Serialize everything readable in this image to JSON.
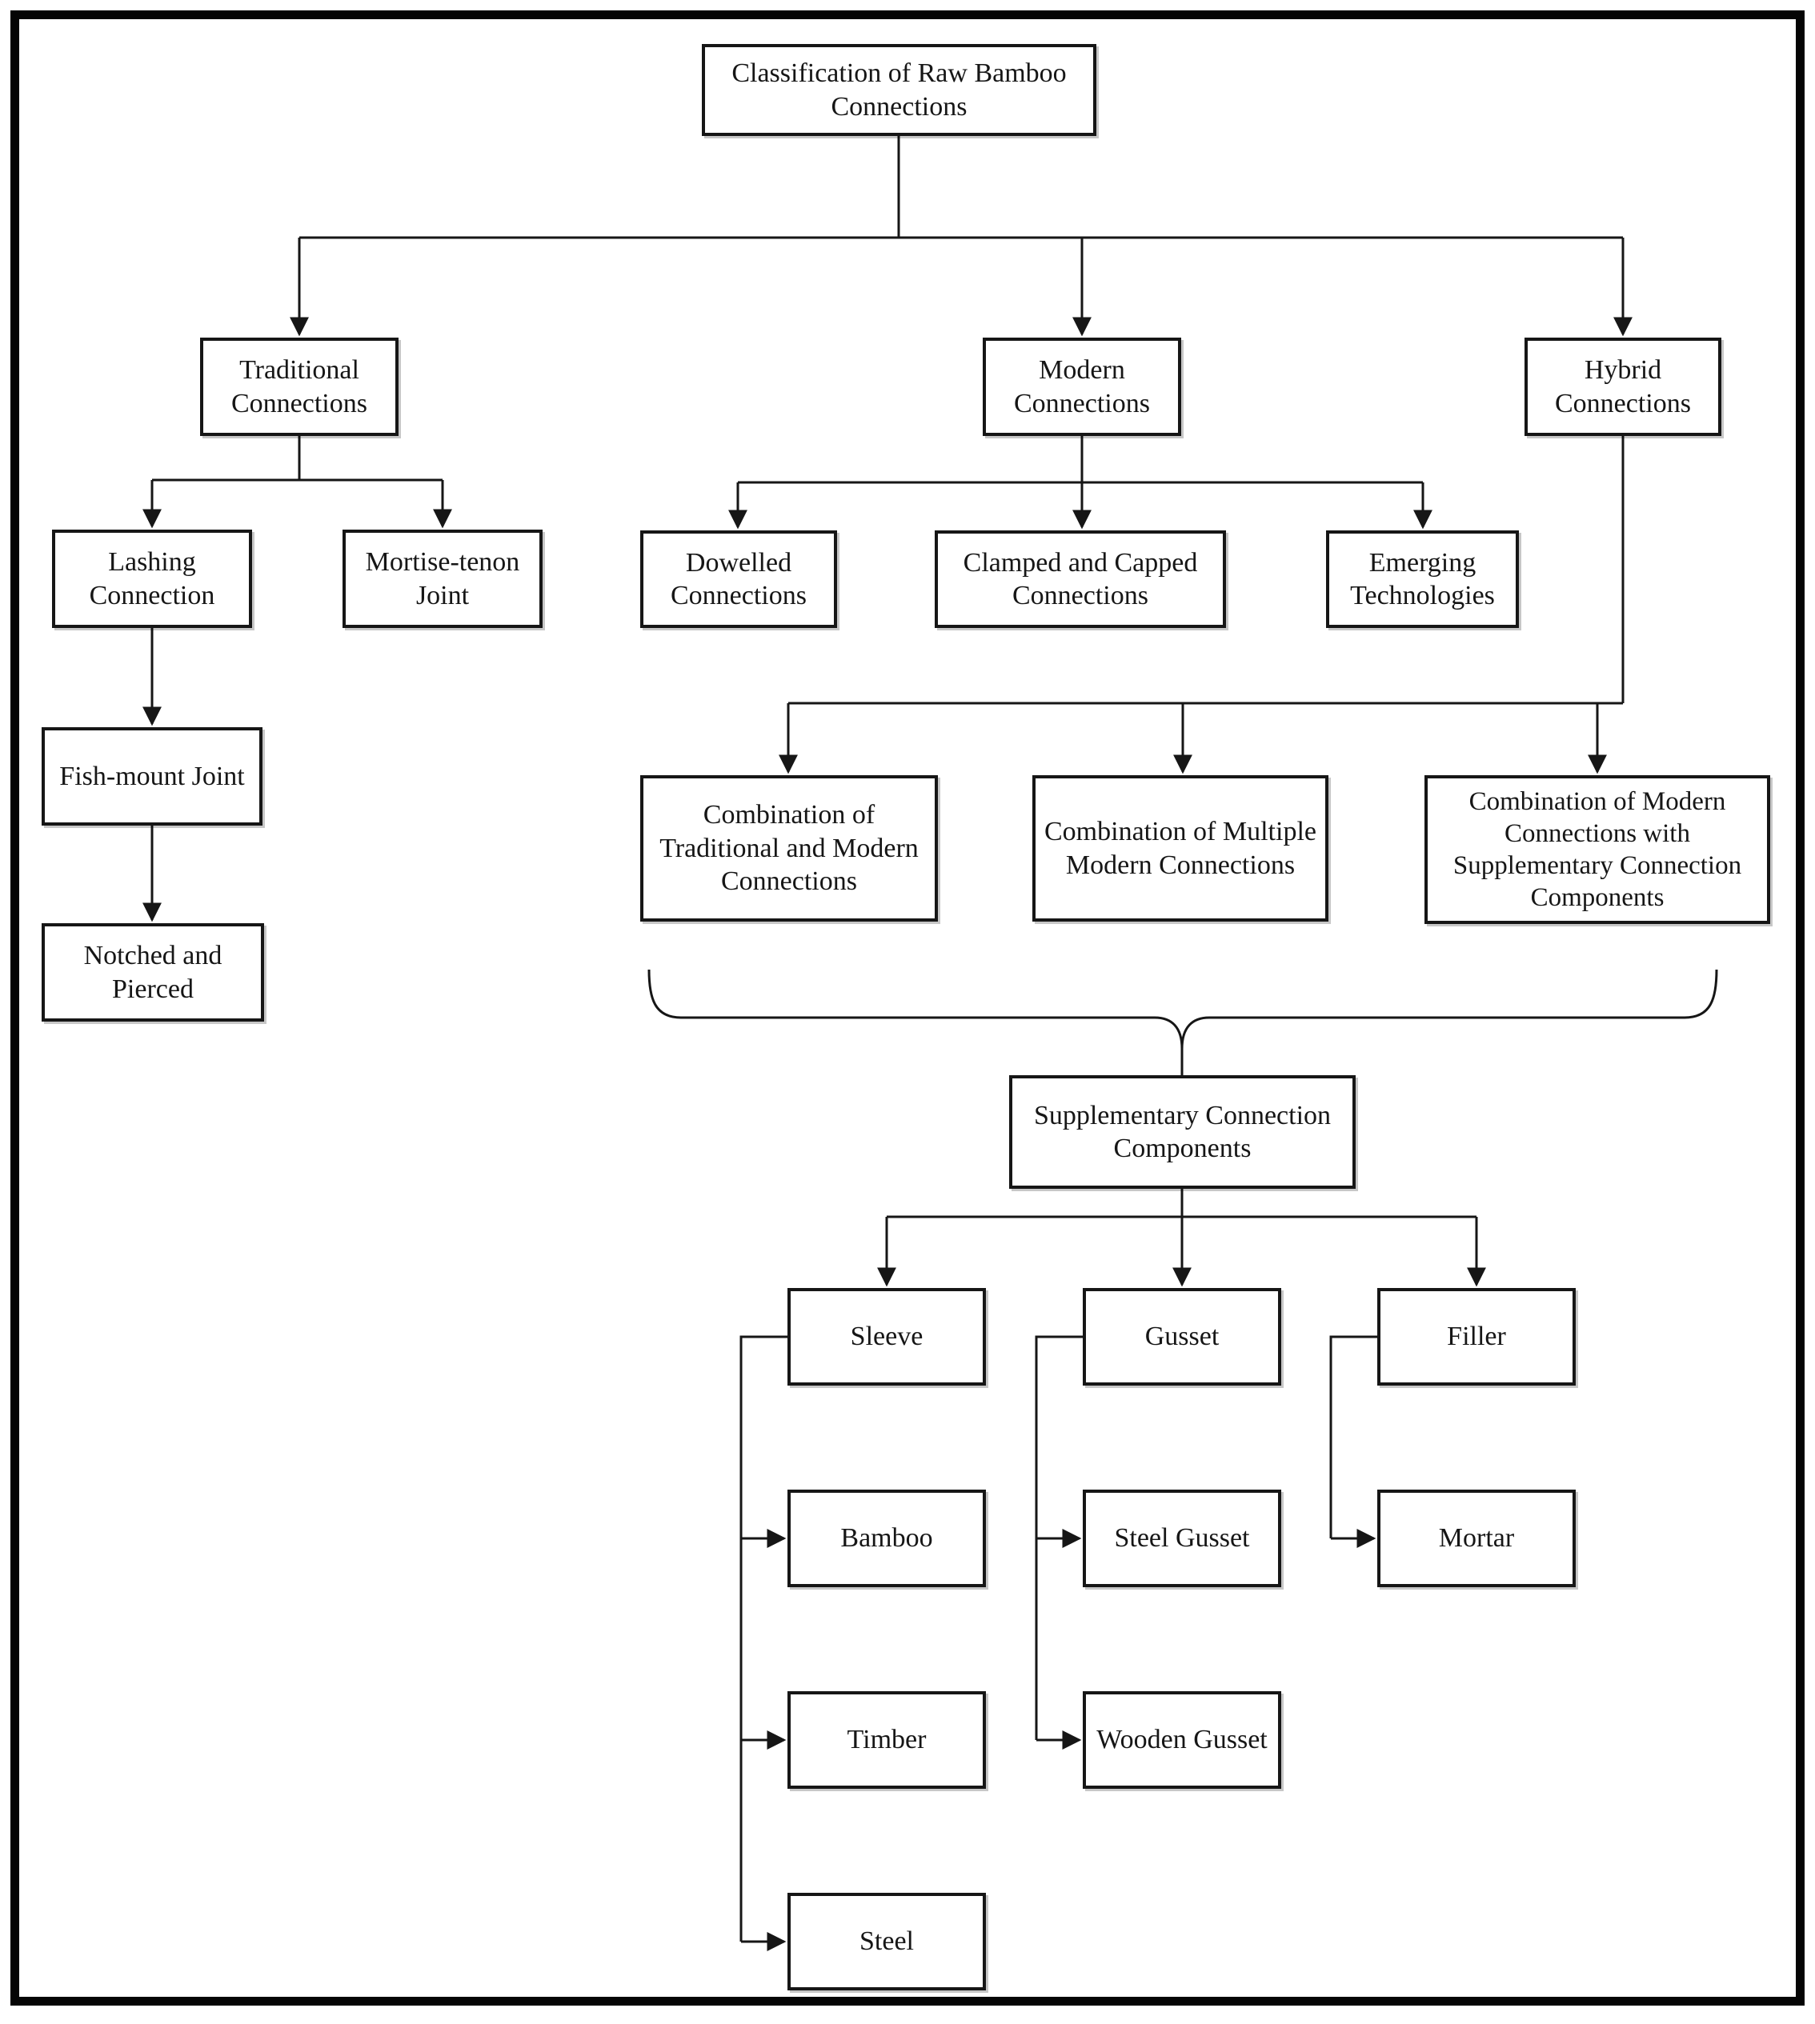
{
  "diagram": {
    "type": "flowchart",
    "title": "Classification of Raw Bamboo Connections",
    "nodes": {
      "root": {
        "label": "Classification of Raw Bamboo Connections"
      },
      "traditional": {
        "label": "Traditional Connections"
      },
      "modern": {
        "label": "Modern Connections"
      },
      "hybrid": {
        "label": "Hybrid Connections"
      },
      "lashing": {
        "label": "Lashing Connection"
      },
      "mortise": {
        "label": "Mortise-tenon Joint"
      },
      "fishmount": {
        "label": "Fish-mount Joint"
      },
      "notched": {
        "label": "Notched and Pierced"
      },
      "dowelled": {
        "label": "Dowelled Connections"
      },
      "clamped": {
        "label": "Clamped and Capped Connections"
      },
      "emerging": {
        "label": "Emerging Technologies"
      },
      "combo_trad_modern": {
        "label": "Combination of Traditional and Modern Connections"
      },
      "combo_multi_modern": {
        "label": "Combination of Multiple Modern Connections"
      },
      "combo_modern_supp": {
        "label": "Combination of Modern Connections with Supplementary Connection Components"
      },
      "supplementary": {
        "label": "Supplementary Connection Components"
      },
      "sleeve": {
        "label": "Sleeve"
      },
      "gusset": {
        "label": "Gusset"
      },
      "filler": {
        "label": "Filler"
      },
      "bamboo": {
        "label": "Bamboo"
      },
      "steel_gusset": {
        "label": "Steel Gusset"
      },
      "mortar": {
        "label": "Mortar"
      },
      "timber": {
        "label": "Timber"
      },
      "wooden_gusset": {
        "label": "Wooden Gusset"
      },
      "steel": {
        "label": "Steel"
      }
    },
    "colors": {
      "line": "#161616",
      "box_border": "#161616",
      "box_fill": "#ffffff",
      "text": "#161616",
      "frame": "#050505",
      "background": "#ffffff"
    }
  }
}
